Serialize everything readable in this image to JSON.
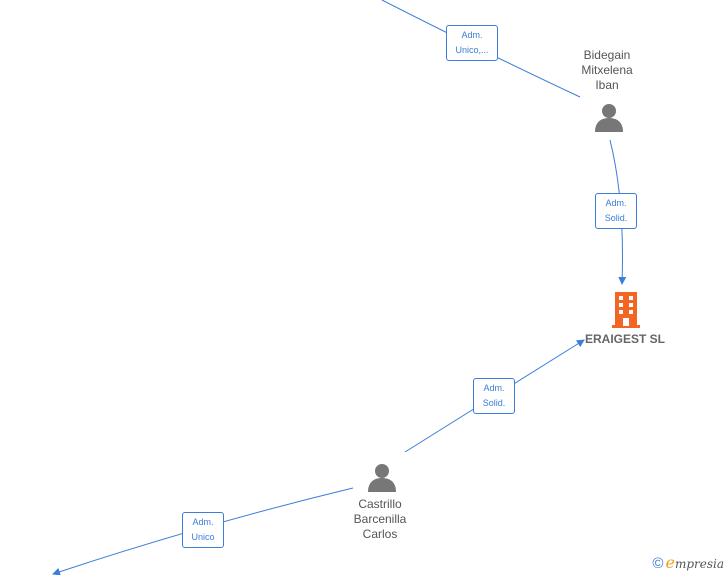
{
  "nodes": {
    "bidegain": {
      "name_lines": [
        "Bidegain",
        "Mitxelena",
        "Iban"
      ],
      "icon": "person-icon"
    },
    "castrillo": {
      "name_lines": [
        "Castrillo",
        "Barcenilla",
        "Carlos"
      ],
      "icon": "person-icon"
    },
    "company": {
      "name": "ERAIGEST  SL",
      "icon": "building-icon"
    }
  },
  "edges": {
    "top_adm": {
      "lines": [
        "Adm.",
        "Unico,..."
      ]
    },
    "bidegain_company": {
      "lines": [
        "Adm.",
        "Solid."
      ]
    },
    "castrillo_company": {
      "lines": [
        "Adm.",
        "Solid."
      ]
    },
    "castrillo_out": {
      "lines": [
        "Adm.",
        "Unico"
      ]
    }
  },
  "brand": {
    "copyright": "©",
    "initial": "e",
    "rest": "mpresia"
  },
  "colors": {
    "edge": "#3b7dd8",
    "person": "#777777",
    "company": "#f26522"
  }
}
